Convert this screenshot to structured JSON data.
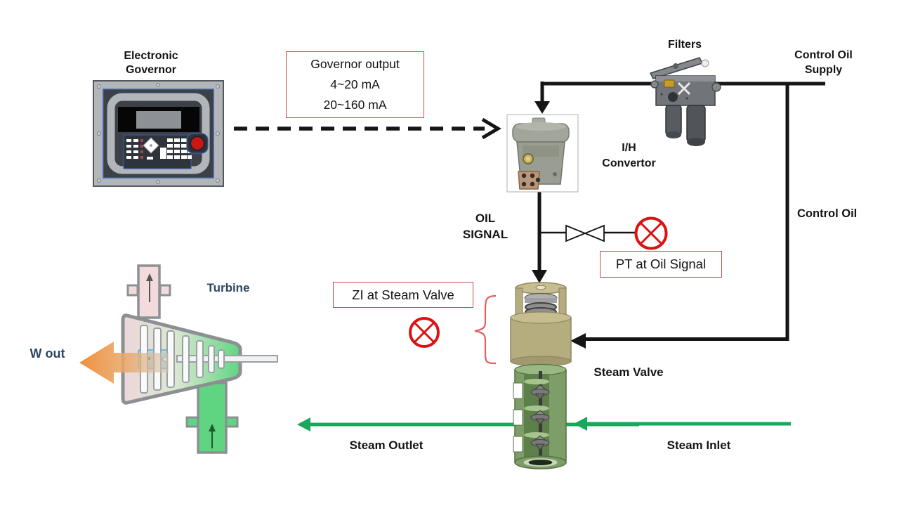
{
  "colors": {
    "line-black": "#151515",
    "annotation-red": "#c0504d",
    "instrument-red": "#dd1111",
    "brace-red": "#e06060",
    "steam-green": "#17a85c",
    "navy": "#2e4460"
  },
  "labels": {
    "electronic_governor": "Electronic\nGovernor",
    "filters": "Filters",
    "control_oil_supply": "Control Oil\nSupply",
    "ih_convertor": "I/H\nConvertor",
    "oil_signal": "OIL\nSIGNAL",
    "control_oil": "Control Oil",
    "steam_valve": "Steam Valve",
    "steam_outlet": "Steam Outlet",
    "steam_inlet": "Steam Inlet",
    "turbine": "Turbine",
    "w_out": "W out"
  },
  "annotations": {
    "governor_output": "Governor output\n4~20 mA\n20~160 mA",
    "pt_at_oil_signal": "PT at Oil Signal",
    "zi_at_steam_valve": "ZI at Steam Valve"
  },
  "icons": {
    "pt_instrument": "circle-with-x-instrument",
    "zi_instrument": "circle-with-x-instrument",
    "manual_valve": "bowtie-valve",
    "signal_line": "dashed-arrow",
    "steam_flow": "green-arrow",
    "work_output": "orange-block-arrow"
  }
}
